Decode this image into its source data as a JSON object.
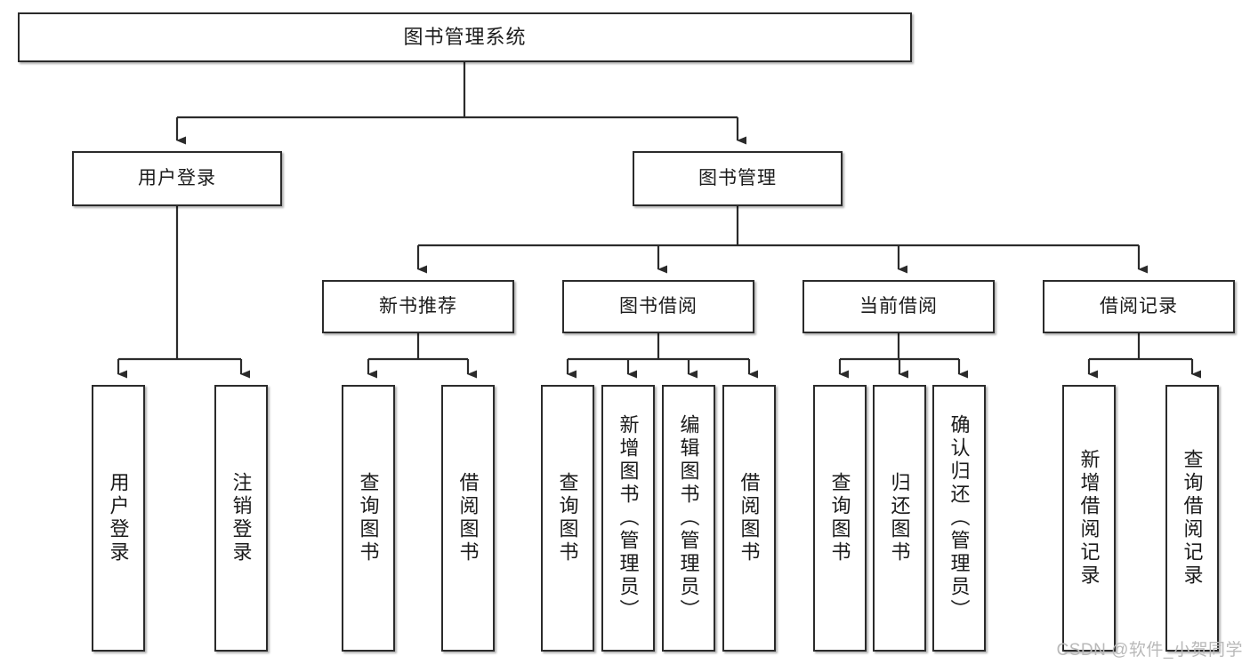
{
  "diagram": {
    "kind": "tree-hierarchy-chart",
    "title": "图书管理系统",
    "colors": {
      "box_border": "#2b2b2b",
      "box_fill": "#ffffff",
      "connector": "#2b2b2b",
      "text": "#1b1b1b",
      "watermark": "#b9b9b9",
      "background": "#ffffff"
    }
  },
  "root": {
    "label": "图书管理系统"
  },
  "level2": [
    {
      "label": "用户登录"
    },
    {
      "label": "图书管理"
    }
  ],
  "level3": [
    {
      "label": "新书推荐"
    },
    {
      "label": "图书借阅"
    },
    {
      "label": "当前借阅"
    },
    {
      "label": "借阅记录"
    }
  ],
  "leaves": {
    "user_login": [
      {
        "label": "用户登录"
      },
      {
        "label": "注销登录"
      }
    ],
    "new_book": [
      {
        "label": "查询图书"
      },
      {
        "label": "借阅图书"
      }
    ],
    "book_borrow": [
      {
        "label": "查询图书"
      },
      {
        "label": "新增图书（管理员）"
      },
      {
        "label": "编辑图书（管理员）"
      },
      {
        "label": "借阅图书"
      }
    ],
    "current_borrow": [
      {
        "label": "查询图书"
      },
      {
        "label": "归还图书"
      },
      {
        "label": "确认归还（管理员）"
      }
    ],
    "borrow_record": [
      {
        "label": "新增借阅记录"
      },
      {
        "label": "查询借阅记录"
      }
    ]
  },
  "watermark": {
    "text": "CSDN @软件_小贺同学"
  }
}
